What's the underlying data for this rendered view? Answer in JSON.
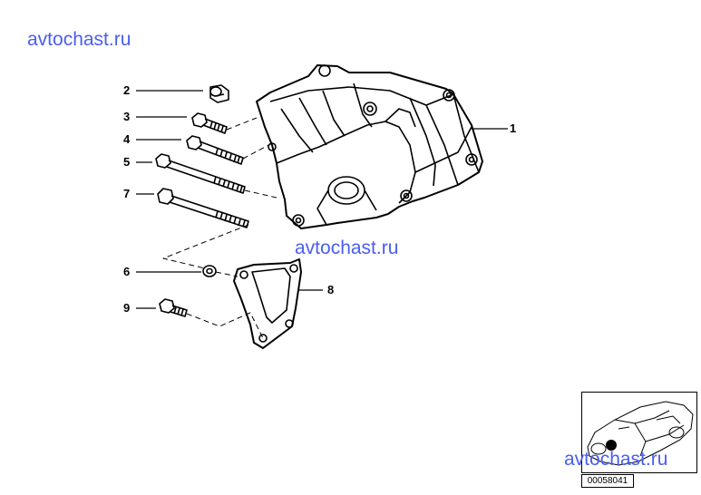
{
  "watermarks": [
    "avtochast.ru",
    "avtochast.ru",
    "avtochast.ru"
  ],
  "callouts": [
    "1",
    "2",
    "3",
    "4",
    "5",
    "6",
    "7",
    "8",
    "9"
  ],
  "catalog_code": "00058041"
}
